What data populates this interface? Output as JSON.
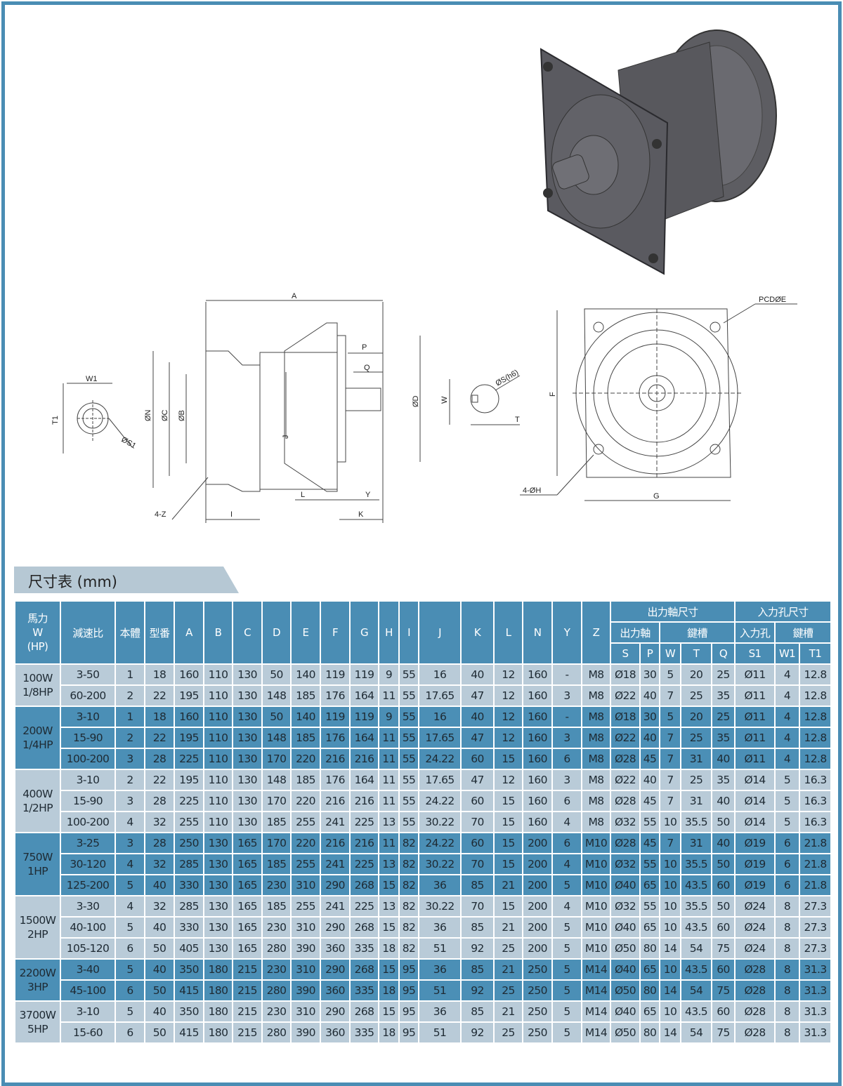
{
  "section_title": "尺寸表 (mm)",
  "colors": {
    "frame": "#4a8db4",
    "header": "#4a8db4",
    "row_blue": "#4b8fb6",
    "row_light": "#b9cbd8"
  },
  "drawing_labels": {
    "side": [
      "A",
      "P",
      "Q",
      "ØN",
      "ØC",
      "ØB",
      "J",
      "ØD",
      "L",
      "Y",
      "I",
      "K",
      "4-Z"
    ],
    "input": [
      "W1",
      "T1",
      "ØS1"
    ],
    "shaft": [
      "W",
      "ØS(h6)",
      "T"
    ],
    "front": [
      "PCDØE",
      "F",
      "4-ØH",
      "G"
    ]
  },
  "header": {
    "hp": [
      "馬力",
      "W",
      "(HP)"
    ],
    "ratio": "減速比",
    "body": "本體",
    "model": "型番",
    "dims": [
      "A",
      "B",
      "C",
      "D",
      "E",
      "F",
      "G",
      "H",
      "I",
      "J",
      "K",
      "L",
      "N",
      "Y",
      "Z"
    ],
    "output_group": "出力軸尺寸",
    "output_shaft": "出力軸",
    "keyway": "鍵槽",
    "input_group": "入力孔尺寸",
    "input_hole": "入力孔",
    "keyway2": "鍵槽",
    "sub": [
      "S",
      "P",
      "W",
      "T",
      "Q",
      "S1",
      "W1",
      "T1"
    ]
  },
  "groups": [
    {
      "hp": [
        "100W",
        "1/8HP"
      ],
      "style": "light",
      "rows": [
        [
          "3-50",
          "1",
          "18",
          "160",
          "110",
          "130",
          "50",
          "140",
          "119",
          "119",
          "9",
          "55",
          "16",
          "40",
          "12",
          "160",
          "-",
          "M8",
          "Ø18",
          "30",
          "5",
          "20",
          "25",
          "Ø11",
          "4",
          "12.8"
        ],
        [
          "60-200",
          "2",
          "22",
          "195",
          "110",
          "130",
          "148",
          "185",
          "176",
          "164",
          "11",
          "55",
          "17.65",
          "47",
          "12",
          "160",
          "3",
          "M8",
          "Ø22",
          "40",
          "7",
          "25",
          "35",
          "Ø11",
          "4",
          "12.8"
        ]
      ]
    },
    {
      "hp": [
        "200W",
        "1/4HP"
      ],
      "style": "blue",
      "rows": [
        [
          "3-10",
          "1",
          "18",
          "160",
          "110",
          "130",
          "50",
          "140",
          "119",
          "119",
          "9",
          "55",
          "16",
          "40",
          "12",
          "160",
          "-",
          "M8",
          "Ø18",
          "30",
          "5",
          "20",
          "25",
          "Ø11",
          "4",
          "12.8"
        ],
        [
          "15-90",
          "2",
          "22",
          "195",
          "110",
          "130",
          "148",
          "185",
          "176",
          "164",
          "11",
          "55",
          "17.65",
          "47",
          "12",
          "160",
          "3",
          "M8",
          "Ø22",
          "40",
          "7",
          "25",
          "35",
          "Ø11",
          "4",
          "12.8"
        ],
        [
          "100-200",
          "3",
          "28",
          "225",
          "110",
          "130",
          "170",
          "220",
          "216",
          "216",
          "11",
          "55",
          "24.22",
          "60",
          "15",
          "160",
          "6",
          "M8",
          "Ø28",
          "45",
          "7",
          "31",
          "40",
          "Ø11",
          "4",
          "12.8"
        ]
      ]
    },
    {
      "hp": [
        "400W",
        "1/2HP"
      ],
      "style": "light",
      "rows": [
        [
          "3-10",
          "2",
          "22",
          "195",
          "110",
          "130",
          "148",
          "185",
          "176",
          "164",
          "11",
          "55",
          "17.65",
          "47",
          "12",
          "160",
          "3",
          "M8",
          "Ø22",
          "40",
          "7",
          "25",
          "35",
          "Ø14",
          "5",
          "16.3"
        ],
        [
          "15-90",
          "3",
          "28",
          "225",
          "110",
          "130",
          "170",
          "220",
          "216",
          "216",
          "11",
          "55",
          "24.22",
          "60",
          "15",
          "160",
          "6",
          "M8",
          "Ø28",
          "45",
          "7",
          "31",
          "40",
          "Ø14",
          "5",
          "16.3"
        ],
        [
          "100-200",
          "4",
          "32",
          "255",
          "110",
          "130",
          "185",
          "255",
          "241",
          "225",
          "13",
          "55",
          "30.22",
          "70",
          "15",
          "160",
          "4",
          "M8",
          "Ø32",
          "55",
          "10",
          "35.5",
          "50",
          "Ø14",
          "5",
          "16.3"
        ]
      ]
    },
    {
      "hp": [
        "750W",
        "1HP"
      ],
      "style": "blue",
      "rows": [
        [
          "3-25",
          "3",
          "28",
          "250",
          "130",
          "165",
          "170",
          "220",
          "216",
          "216",
          "11",
          "82",
          "24.22",
          "60",
          "15",
          "200",
          "6",
          "M10",
          "Ø28",
          "45",
          "7",
          "31",
          "40",
          "Ø19",
          "6",
          "21.8"
        ],
        [
          "30-120",
          "4",
          "32",
          "285",
          "130",
          "165",
          "185",
          "255",
          "241",
          "225",
          "13",
          "82",
          "30.22",
          "70",
          "15",
          "200",
          "4",
          "M10",
          "Ø32",
          "55",
          "10",
          "35.5",
          "50",
          "Ø19",
          "6",
          "21.8"
        ],
        [
          "125-200",
          "5",
          "40",
          "330",
          "130",
          "165",
          "230",
          "310",
          "290",
          "268",
          "15",
          "82",
          "36",
          "85",
          "21",
          "200",
          "5",
          "M10",
          "Ø40",
          "65",
          "10",
          "43.5",
          "60",
          "Ø19",
          "6",
          "21.8"
        ]
      ]
    },
    {
      "hp": [
        "1500W",
        "2HP"
      ],
      "style": "light",
      "rows": [
        [
          "3-30",
          "4",
          "32",
          "285",
          "130",
          "165",
          "185",
          "255",
          "241",
          "225",
          "13",
          "82",
          "30.22",
          "70",
          "15",
          "200",
          "4",
          "M10",
          "Ø32",
          "55",
          "10",
          "35.5",
          "50",
          "Ø24",
          "8",
          "27.3"
        ],
        [
          "40-100",
          "5",
          "40",
          "330",
          "130",
          "165",
          "230",
          "310",
          "290",
          "268",
          "15",
          "82",
          "36",
          "85",
          "21",
          "200",
          "5",
          "M10",
          "Ø40",
          "65",
          "10",
          "43.5",
          "60",
          "Ø24",
          "8",
          "27.3"
        ],
        [
          "105-120",
          "6",
          "50",
          "405",
          "130",
          "165",
          "280",
          "390",
          "360",
          "335",
          "18",
          "82",
          "51",
          "92",
          "25",
          "200",
          "5",
          "M10",
          "Ø50",
          "80",
          "14",
          "54",
          "75",
          "Ø24",
          "8",
          "27.3"
        ]
      ]
    },
    {
      "hp": [
        "2200W",
        "3HP"
      ],
      "style": "blue",
      "rows": [
        [
          "3-40",
          "5",
          "40",
          "350",
          "180",
          "215",
          "230",
          "310",
          "290",
          "268",
          "15",
          "95",
          "36",
          "85",
          "21",
          "250",
          "5",
          "M14",
          "Ø40",
          "65",
          "10",
          "43.5",
          "60",
          "Ø28",
          "8",
          "31.3"
        ],
        [
          "45-100",
          "6",
          "50",
          "415",
          "180",
          "215",
          "280",
          "390",
          "360",
          "335",
          "18",
          "95",
          "51",
          "92",
          "25",
          "250",
          "5",
          "M14",
          "Ø50",
          "80",
          "14",
          "54",
          "75",
          "Ø28",
          "8",
          "31.3"
        ]
      ]
    },
    {
      "hp": [
        "3700W",
        "5HP"
      ],
      "style": "light",
      "rows": [
        [
          "3-10",
          "5",
          "40",
          "350",
          "180",
          "215",
          "230",
          "310",
          "290",
          "268",
          "15",
          "95",
          "36",
          "85",
          "21",
          "250",
          "5",
          "M14",
          "Ø40",
          "65",
          "10",
          "43.5",
          "60",
          "Ø28",
          "8",
          "31.3"
        ],
        [
          "15-60",
          "6",
          "50",
          "415",
          "180",
          "215",
          "280",
          "390",
          "360",
          "335",
          "18",
          "95",
          "51",
          "92",
          "25",
          "250",
          "5",
          "M14",
          "Ø50",
          "80",
          "14",
          "54",
          "75",
          "Ø28",
          "8",
          "31.3"
        ]
      ]
    }
  ]
}
